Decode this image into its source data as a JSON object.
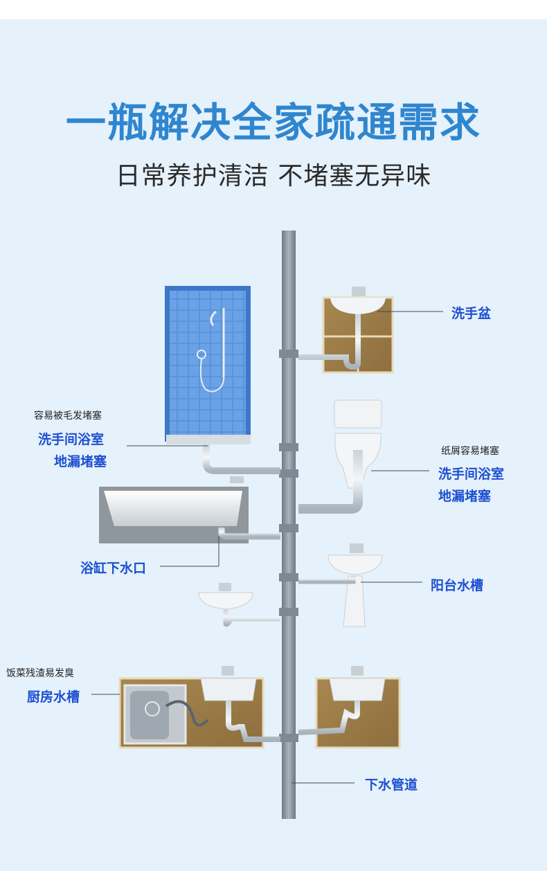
{
  "title": "一瓶解决全家疏通需求",
  "subtitle": "日常养护清洁  不堵塞无异味",
  "labels": {
    "washbasin": "洗手盆",
    "shower_note": "容易被毛发堵塞",
    "shower_line1": "洗手间浴室",
    "shower_line2": "地漏堵塞",
    "toilet_note": "纸屑容易堵塞",
    "toilet_line1": "洗手间浴室",
    "toilet_line2": "地漏堵塞",
    "bathtub": "浴缸下水口",
    "balcony": "阳台水槽",
    "kitchen_note": "饭菜残渣易发臭",
    "kitchen": "厨房水槽",
    "drain_pipe": "下水管道"
  },
  "colors": {
    "background": "#e5f1fb",
    "title": "#2f86cf",
    "label": "#1d4fd0",
    "pipe": "#7b8894",
    "cabinet": "#9b7a4a",
    "tile": "#4a86d6"
  }
}
